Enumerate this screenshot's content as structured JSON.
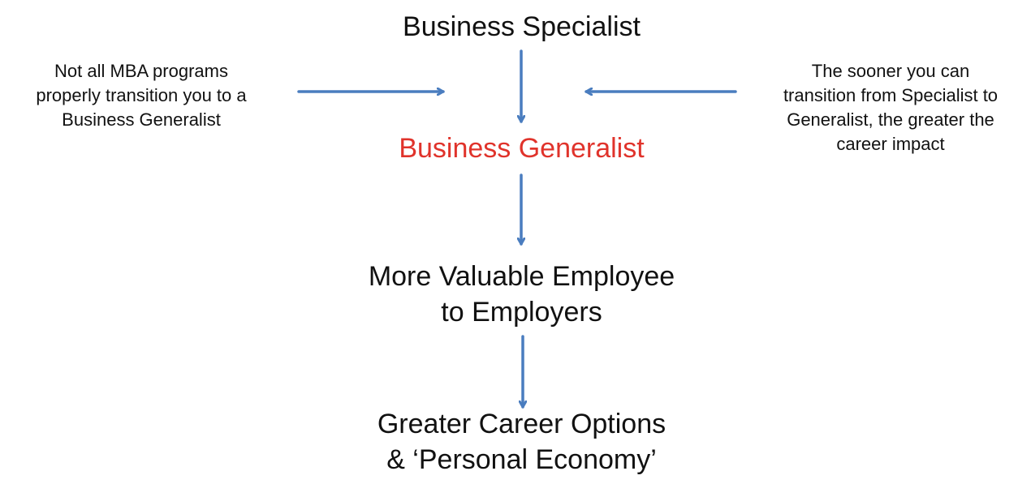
{
  "colors": {
    "text": "#111111",
    "highlight": "#e0332b",
    "arrow": "#4a7dbf"
  },
  "nodes": {
    "top": {
      "line1": "Business Specialist"
    },
    "generalist": {
      "line1": "Business Generalist"
    },
    "valuable": {
      "line1": "More Valuable Employee",
      "line2": "to Employers"
    },
    "options": {
      "line1": "Greater Career Options",
      "line2": "& ‘Personal Economy’"
    }
  },
  "notes": {
    "left": {
      "line1": "Not all MBA programs",
      "line2": "properly transition you to a",
      "line3": "Business Generalist"
    },
    "right": {
      "line1": "The sooner you can",
      "line2": "transition from Specialist to",
      "line3": "Generalist, the greater the",
      "line4": "career impact"
    }
  }
}
